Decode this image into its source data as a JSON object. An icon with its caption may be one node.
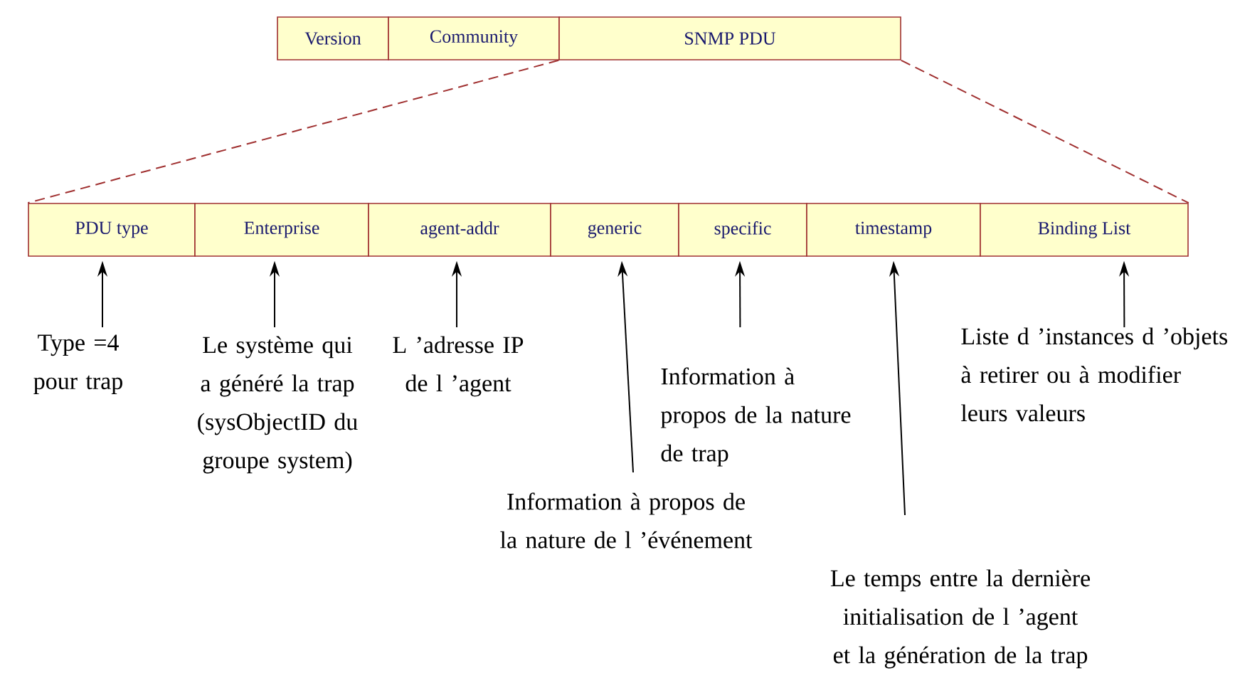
{
  "diagram": {
    "nodes": [
      {
        "text": [
          "Version"
        ]
      },
      {
        "text": [
          "Community"
        ]
      },
      {
        "text": [
          "SNMP PDU"
        ]
      },
      {
        "text": [
          "PDU type"
        ]
      },
      {
        "text": [
          "Enterprise"
        ]
      },
      {
        "text": [
          "agent-addr"
        ]
      },
      {
        "text": [
          "generic"
        ]
      },
      {
        "text": [
          "specific"
        ]
      },
      {
        "text": [
          "timestamp"
        ]
      },
      {
        "text": [
          "Binding List"
        ]
      },
      {
        "text": [
          "Type =4 pour trap"
        ]
      },
      {
        "text": [
          "Le système qui a généré la trap (sysObjectID du groupe system)"
        ]
      },
      {
        "text": [
          "L ’adresse IP de l ’agent"
        ]
      },
      {
        "text": [
          "Information à propos de la nature de l ’événement"
        ]
      },
      {
        "text": [
          "Information à propos de la nature de trap"
        ]
      },
      {
        "text": [
          "Le temps entre la dernière initialisation de l ’agent et la génération de la trap"
        ]
      },
      {
        "text": [
          "Liste d ’instances d ’objets à retirer ou à modifier leurs valeurs"
        ]
      }
    ],
    "edges": [
      {
        "from": 2,
        "to": 3,
        "arrow": "none",
        "style": "dashed",
        "color": "#a03030"
      },
      {
        "from": 2,
        "to": 9,
        "arrow": "none",
        "style": "dashed",
        "color": "#a03030"
      },
      {
        "from": 10,
        "to": 3,
        "arrow": "to"
      },
      {
        "from": 11,
        "to": 4,
        "arrow": "to"
      },
      {
        "from": 12,
        "to": 5,
        "arrow": "to"
      },
      {
        "from": 13,
        "to": 6,
        "arrow": "to"
      },
      {
        "from": 14,
        "to": 7,
        "arrow": "to"
      },
      {
        "from": 15,
        "to": 8,
        "arrow": "to"
      },
      {
        "from": 16,
        "to": 9,
        "arrow": "to"
      }
    ]
  }
}
